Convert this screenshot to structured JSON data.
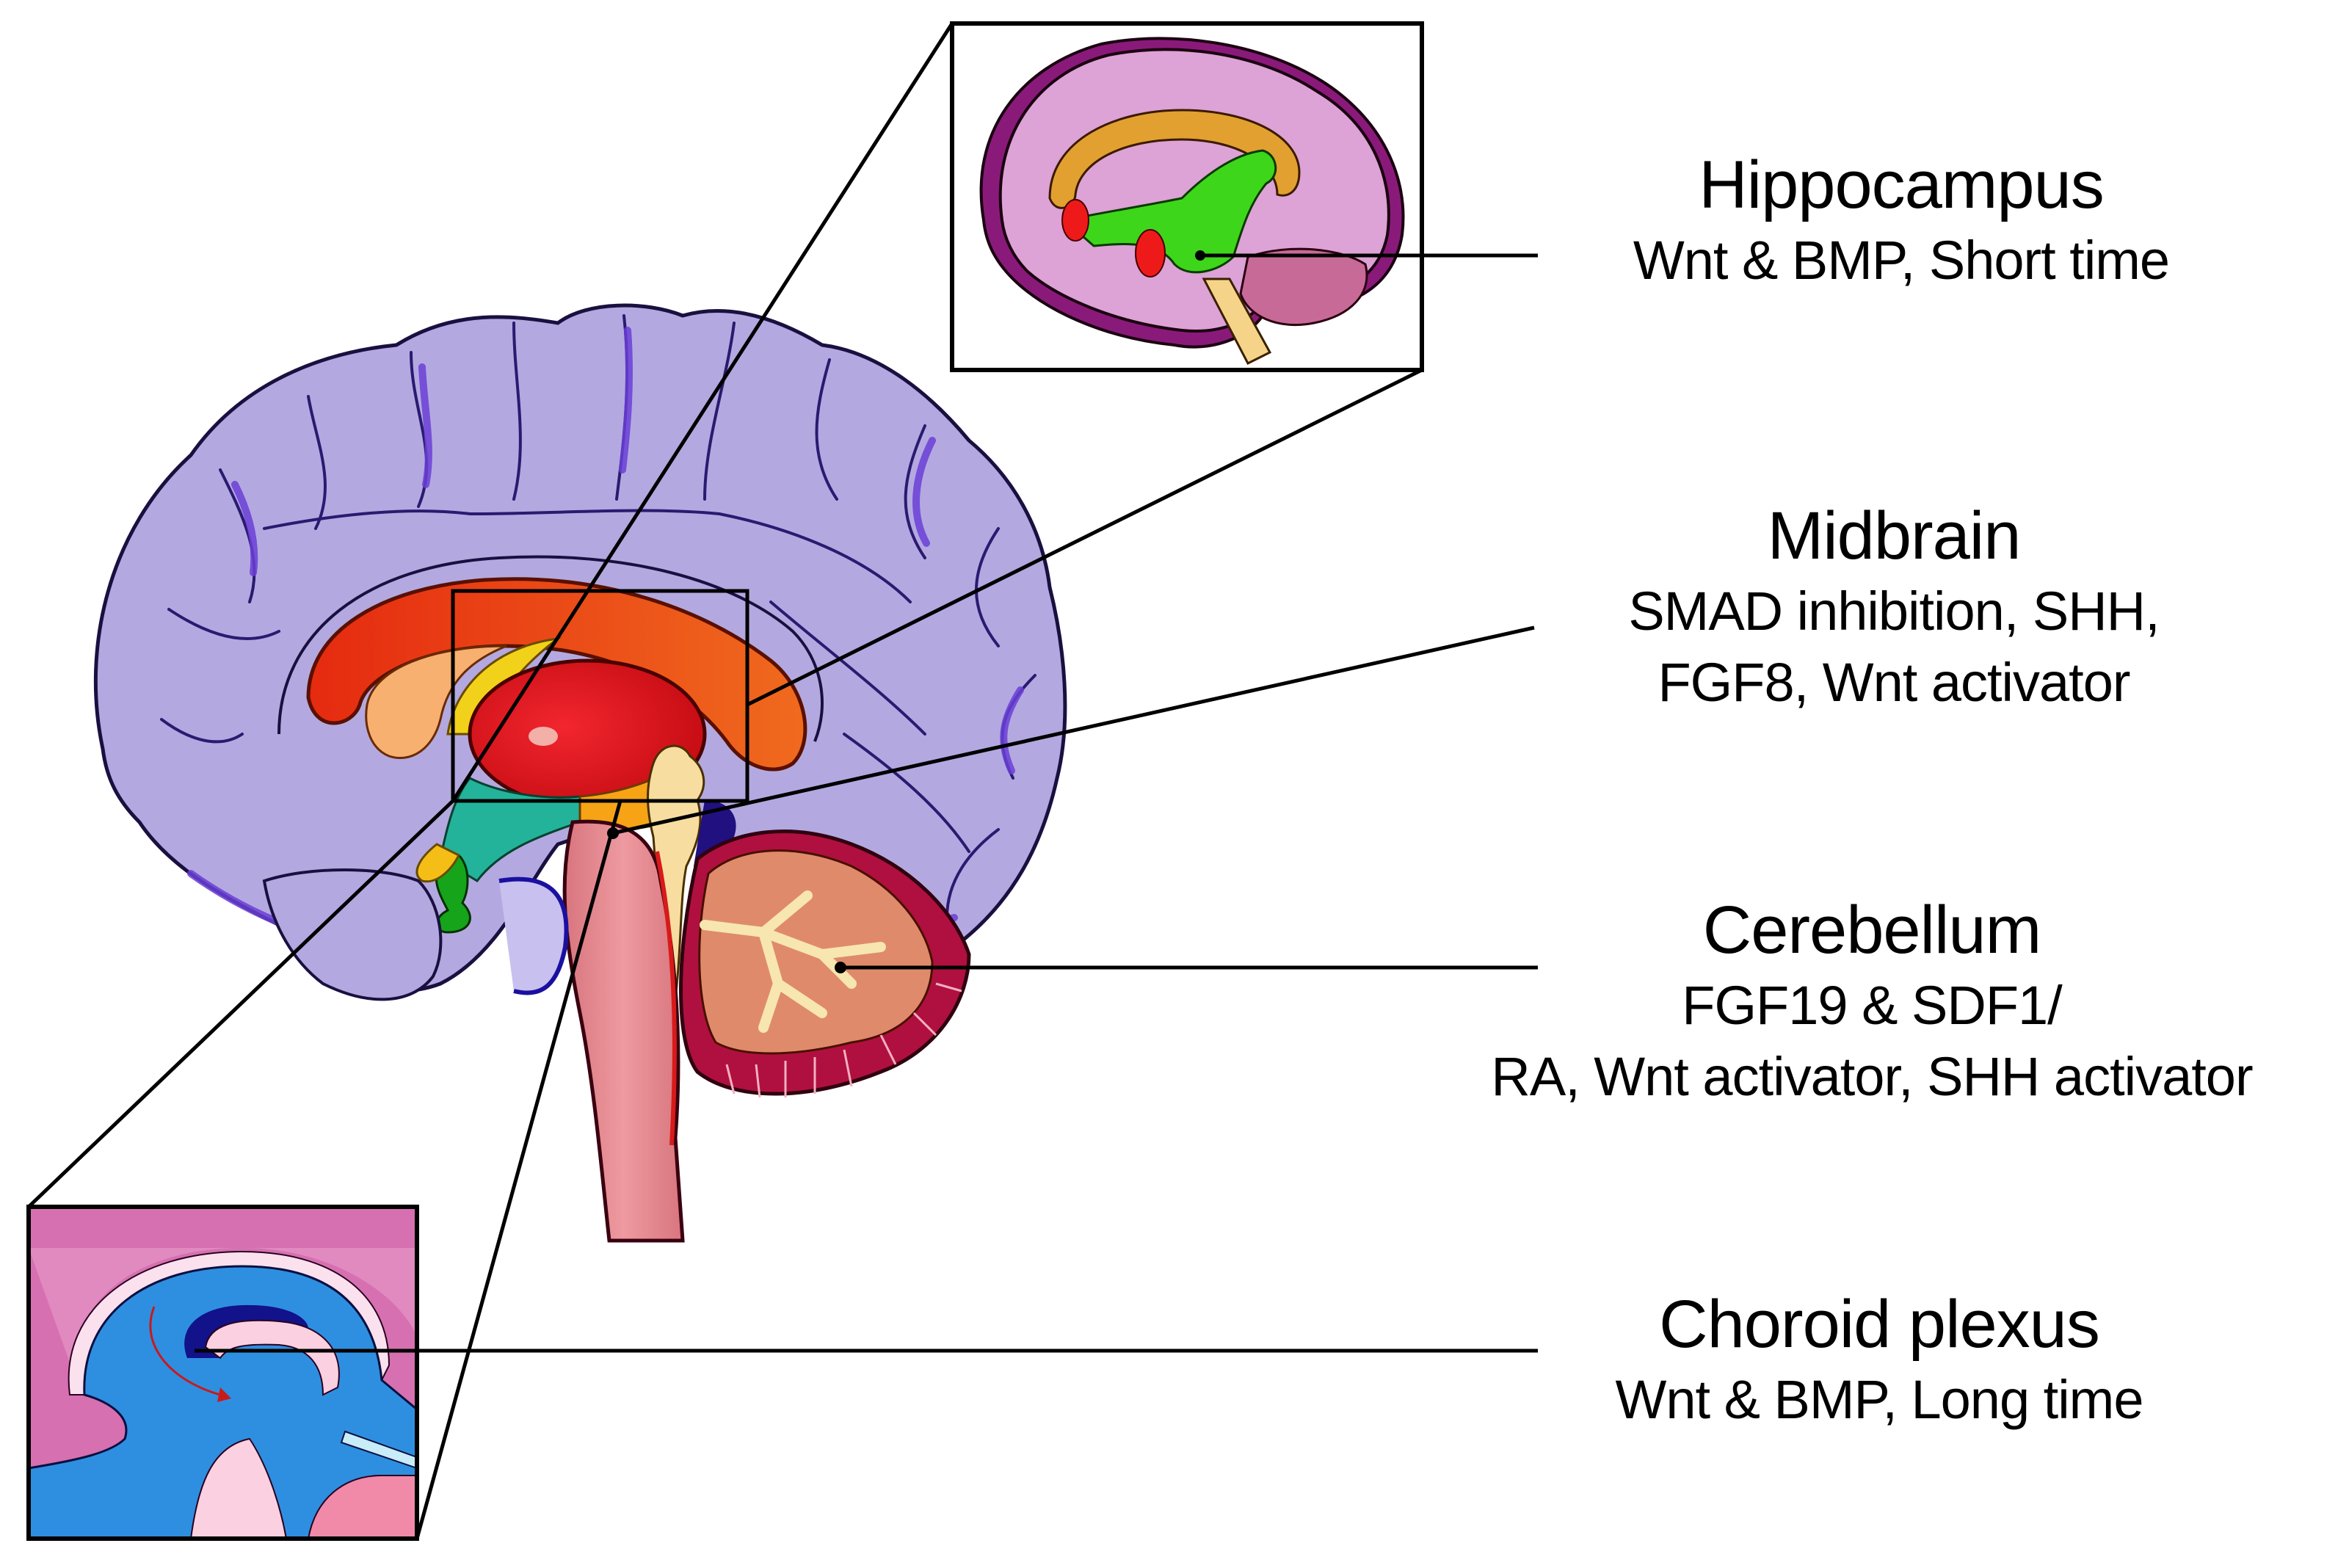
{
  "figure": {
    "description": "Sagittal brain schematic with signaling conditions for organoid regions",
    "colors": {
      "cortex": "#b3a9e0",
      "cortex_sulci": "#6a3fd6",
      "corpus_callosum": "#e8440f",
      "thalamus": "#e4121e",
      "brainstem": "#e58a90",
      "cerebellum_inner": "#e08a6c",
      "cerebellum_outer": "#b0103f",
      "hippocampus_inset_brain": "#dda2d6",
      "hippocampus_green": "#3ed61a",
      "choroid_ventricle_blue": "#2e8fe0",
      "choroid_plexus_dark": "#12128a",
      "line": "#000000"
    }
  },
  "labels": [
    {
      "id": "hippocampus",
      "title": "Hippocampus",
      "lines": [
        "Wnt & BMP, Short time"
      ]
    },
    {
      "id": "midbrain",
      "title": "Midbrain",
      "lines": [
        "SMAD inhibition, SHH,",
        "FGF8, Wnt activator"
      ]
    },
    {
      "id": "cerebellum",
      "title": "Cerebellum",
      "lines": [
        "FGF19 & SDF1/",
        "RA, Wnt activator, SHH activator"
      ]
    },
    {
      "id": "choroid_plexus",
      "title": "Choroid plexus",
      "lines": [
        "Wnt & BMP, Long time"
      ]
    }
  ]
}
